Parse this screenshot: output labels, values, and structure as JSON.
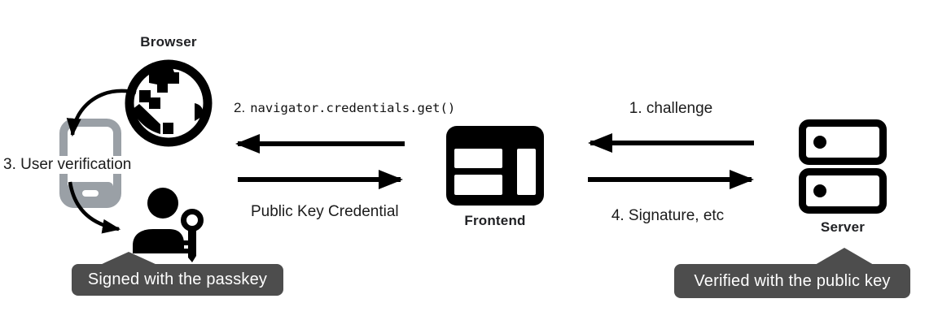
{
  "diagram": {
    "nodes": {
      "browser": {
        "label": "Browser",
        "icon": "globe-icon"
      },
      "authenticator": {
        "icon": "smartphone-icon"
      },
      "user": {
        "icon": "user-key-icon"
      },
      "frontend": {
        "label": "Frontend",
        "icon": "browser-window-icon"
      },
      "server": {
        "label": "Server",
        "icon": "server-stack-icon"
      }
    },
    "steps": {
      "challenge": "1. challenge",
      "credentials_get_prefix": "2.",
      "credentials_get_code": "navigator.credentials.get()",
      "user_verification": "3. User verification",
      "signature": "4. Signature, etc",
      "public_key_credential": "Public Key Credential"
    },
    "callouts": {
      "signed": "Signed with the passkey",
      "verified": "Verified with the public key"
    },
    "colors": {
      "ink": "#000000",
      "label_text": "#202124",
      "phone_gray": "#9aa0a6",
      "callout_bg": "#4d4d4d",
      "callout_text": "#ffffff"
    }
  }
}
